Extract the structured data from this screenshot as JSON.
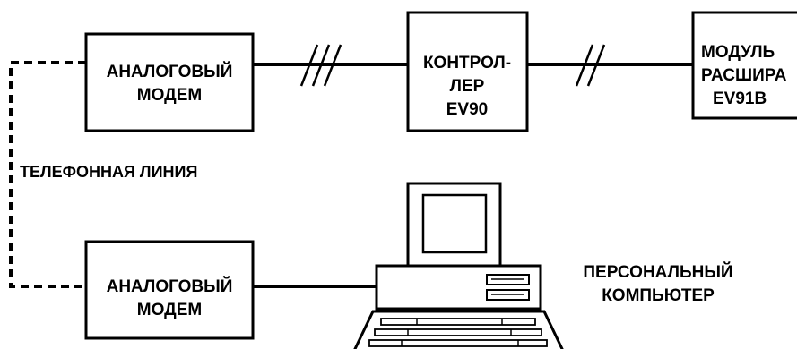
{
  "modem_top": {
    "line1": "АНАЛОГОВЫЙ",
    "line2": "МОДЕМ"
  },
  "controller": {
    "line1": "КОНТРОЛ-",
    "line2": "ЛЕР",
    "line3": "EV90"
  },
  "expansion_module": {
    "line1": "МОДУЛЬ",
    "line2": "РАСШИРА",
    "line3": "EV91B"
  },
  "phone_line": {
    "label": "ТЕЛЕФОННАЯ ЛИНИЯ"
  },
  "modem_bottom": {
    "line1": "АНАЛОГОВЫЙ",
    "line2": "МОДЕМ"
  },
  "pc": {
    "line1": "ПЕРСОНАЛЬНЫЙ",
    "line2": "КОМПЬЮТЕР"
  },
  "colors": {
    "ink": "#000000",
    "background": "#ffffff"
  }
}
